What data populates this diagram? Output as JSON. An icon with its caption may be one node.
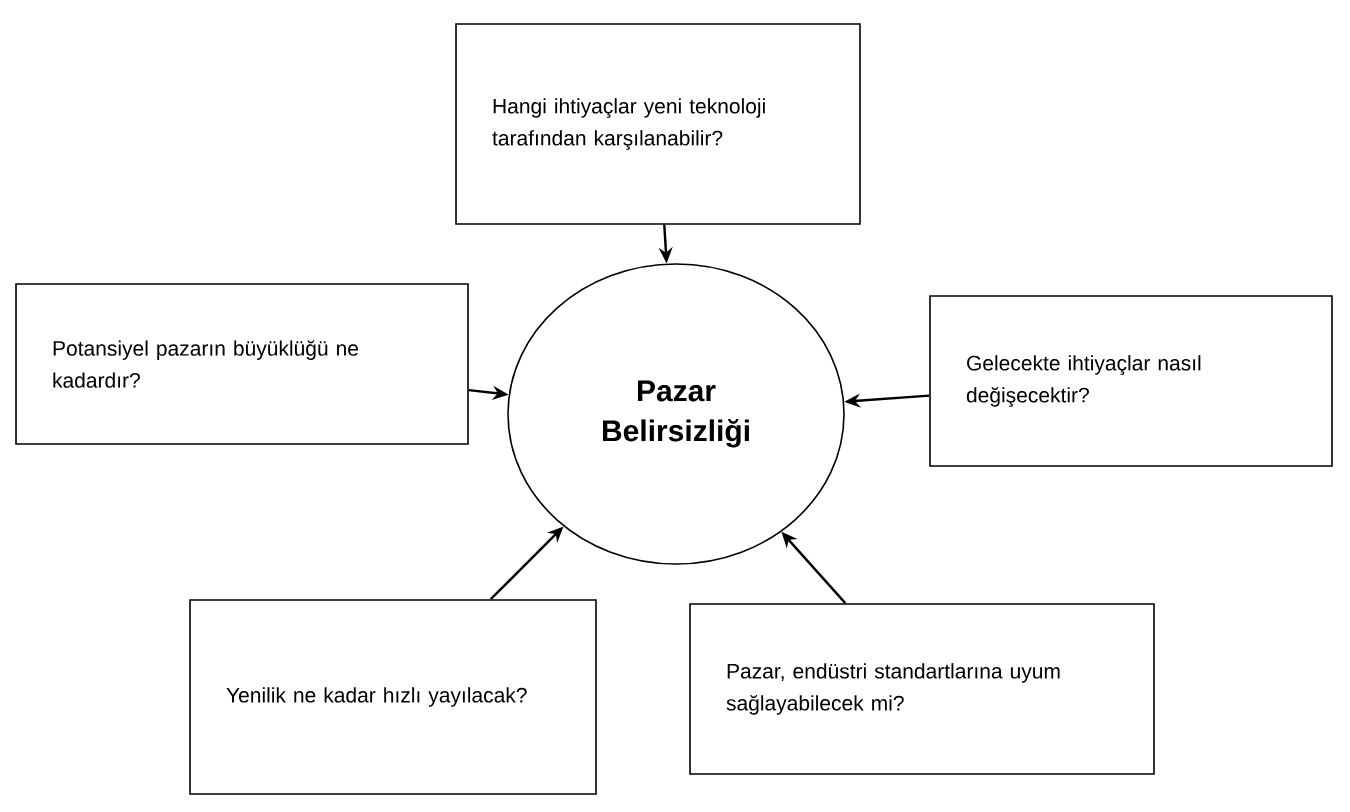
{
  "diagram": {
    "nodes": [
      {
        "text": [
          "Hangi ihtiyaçlar yeni teknoloji tarafından karşılanabilir?"
        ]
      },
      {
        "text": [
          "Potansiyel pazarın büyüklüğü ne kadardır?"
        ]
      },
      {
        "text": [
          "Pazar Belirsizliği"
        ]
      },
      {
        "text": [
          "Gelecekte ihtiyaçlar nasıl değişecektir?"
        ]
      },
      {
        "text": [
          "Yenilik ne kadar hızlı yayılacak?"
        ]
      },
      {
        "text": [
          "Pazar, endüstri standartlarına uyum sağlayabilecek mi?"
        ]
      }
    ],
    "edges": [
      {
        "from": 0,
        "to": 2,
        "arrow": "to"
      },
      {
        "from": 1,
        "to": 2,
        "arrow": "to"
      },
      {
        "from": 3,
        "to": 2,
        "arrow": "to"
      },
      {
        "from": 4,
        "to": 2,
        "arrow": "to"
      },
      {
        "from": 5,
        "to": 2,
        "arrow": "to"
      }
    ]
  }
}
